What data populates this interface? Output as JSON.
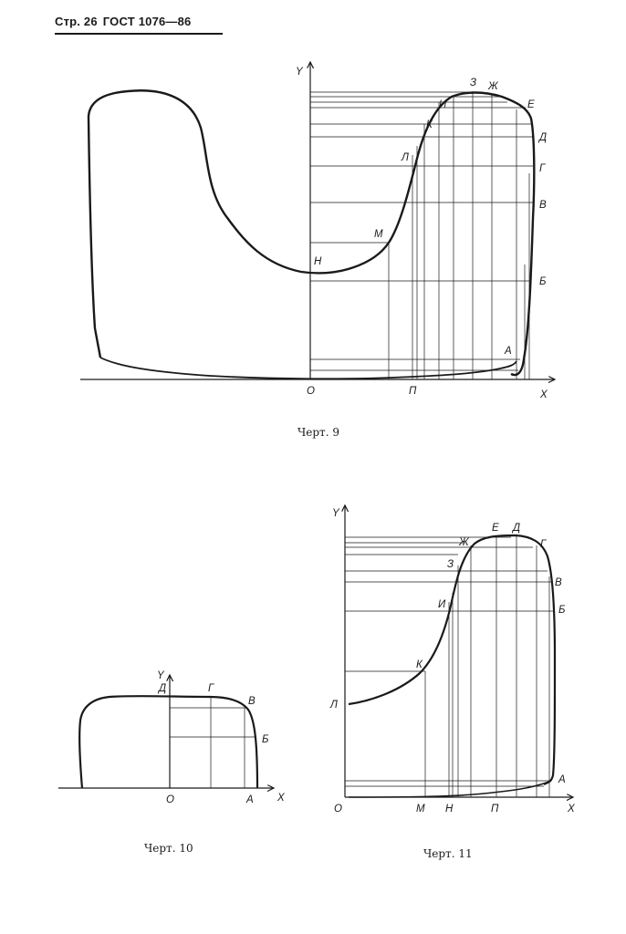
{
  "header": {
    "page": "Стр. 26",
    "standard": "ГОСТ 1076—86"
  },
  "fig9": {
    "caption": "Черт. 9",
    "axis_y": "Y",
    "axis_x": "X",
    "origin": "О",
    "points": {
      "A": "А",
      "B": "Б",
      "V": "В",
      "G": "Г",
      "D": "Д",
      "E": "Е",
      "ZH": "Ж",
      "Z": "З",
      "I": "И",
      "K": "К",
      "L": "Л",
      "M": "М",
      "N": "Н",
      "P": "П"
    }
  },
  "fig10": {
    "caption": "Черт. 10",
    "axis_y": "Y",
    "axis_x": "X",
    "origin": "О",
    "points": {
      "A": "А",
      "B": "Б",
      "V": "В",
      "G": "Г",
      "D": "Д"
    }
  },
  "fig11": {
    "caption": "Черт. 11",
    "axis_y": "Y",
    "axis_x": "X",
    "origin": "О",
    "points": {
      "A": "А",
      "B": "Б",
      "V": "В",
      "G": "Г",
      "D": "Д",
      "E": "Е",
      "ZH": "Ж",
      "Z": "З",
      "I": "И",
      "K": "К",
      "L": "Л",
      "M": "М",
      "N": "Н",
      "P": "П"
    }
  }
}
